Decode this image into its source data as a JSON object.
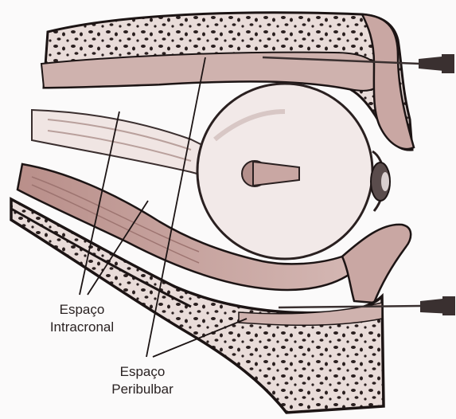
{
  "labels": {
    "intraconal_line1": "Espaço",
    "intraconal_line2": "Intracronal",
    "peribulbar_line1": "Espaço",
    "peribulbar_line2": "Peribulbar"
  },
  "colors": {
    "bone": "#e7d9d6",
    "muscle": "#c6a4a0",
    "muscle_dark": "#9d7470",
    "outline": "#1c1414",
    "eyeball": "#f1e7e6",
    "needle": "#3a3030",
    "label_text": "#2a2222"
  },
  "icons": {
    "upper_needle": "needle-icon",
    "lower_needle": "needle-icon"
  }
}
